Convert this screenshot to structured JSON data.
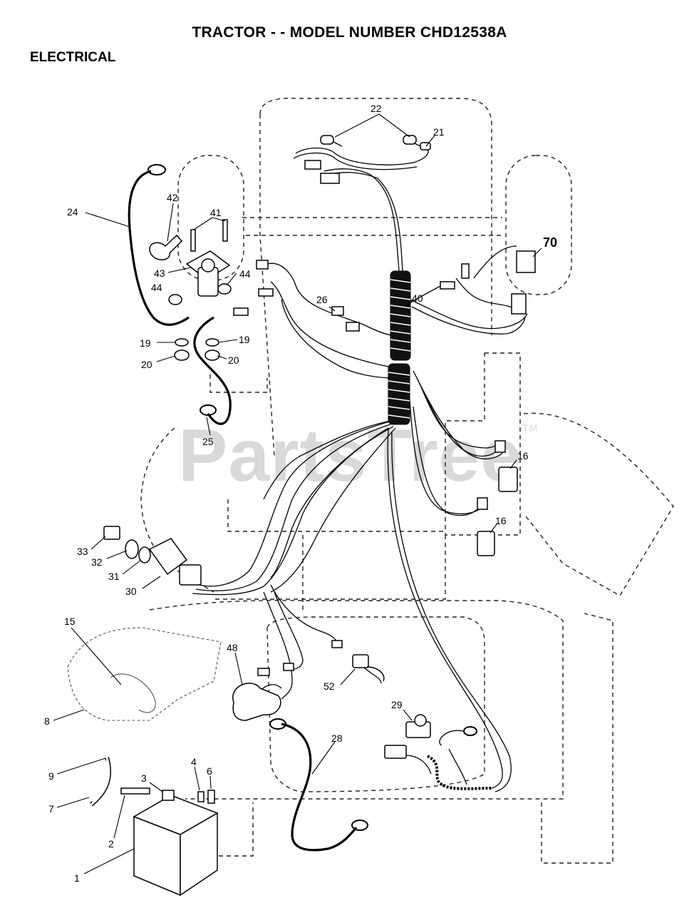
{
  "header": {
    "title": "TRACTOR - - MODEL NUMBER CHD12538A",
    "section": "ELECTRICAL"
  },
  "watermark": {
    "text": "PartsTree",
    "mark": "TM"
  },
  "callouts": {
    "c1": "1",
    "c2": "2",
    "c3": "3",
    "c4": "4",
    "c6": "6",
    "c7": "7",
    "c8": "8",
    "c9": "9",
    "c15": "15",
    "c16a": "16",
    "c16b": "16",
    "c19a": "19",
    "c19b": "19",
    "c20a": "20",
    "c20b": "20",
    "c21": "21",
    "c22": "22",
    "c24": "24",
    "c25": "25",
    "c26": "26",
    "c28": "28",
    "c29": "29",
    "c30": "30",
    "c31": "31",
    "c32": "32",
    "c33": "33",
    "c40": "40",
    "c41": "41",
    "c42": "42",
    "c43": "43",
    "c44a": "44",
    "c44b": "44",
    "c48": "48",
    "c52": "52",
    "c70": "70"
  }
}
